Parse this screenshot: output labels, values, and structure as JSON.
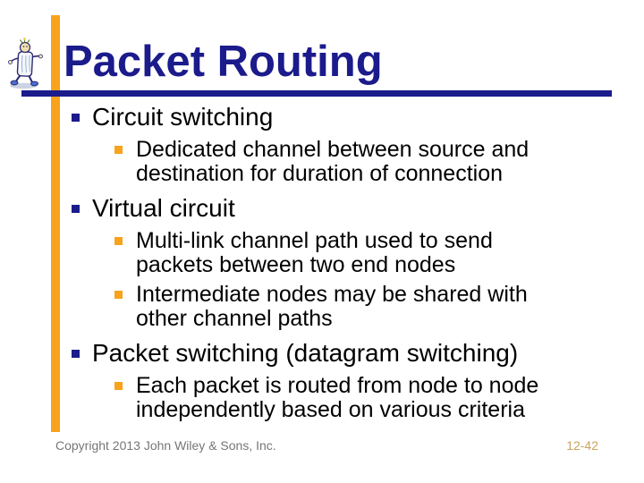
{
  "slide": {
    "title": "Packet Routing"
  },
  "content": {
    "items": [
      {
        "level": 1,
        "text": "Circuit switching"
      },
      {
        "level": 2,
        "text": "Dedicated channel between source and\ndestination for duration of connection"
      },
      {
        "level": 1,
        "text": "Virtual circuit"
      },
      {
        "level": 2,
        "text": "Multi-link channel path used to send\npackets between two end nodes"
      },
      {
        "level": 2,
        "text": "Intermediate nodes may be shared with\nother channel paths"
      },
      {
        "level": 1,
        "text": "Packet switching (datagram switching)"
      },
      {
        "level": 2,
        "text": "Each packet is routed from node to node\nindependently based on various criteria"
      }
    ]
  },
  "footer": {
    "copyright": "Copyright 2013 John Wiley & Sons, Inc.",
    "page_number": "12-42"
  },
  "icons": {
    "logo": "walking-scroll-mascot-icon",
    "level1_bullet": "navy-square-bullet-icon",
    "level2_bullet": "orange-square-bullet-icon"
  },
  "colors": {
    "title_navy": "#1B1B8C",
    "accent_orange": "#F9A21B",
    "body_text": "#000000",
    "copyright_gray": "#767676",
    "page_number_gold": "#C9A45E",
    "background": "#FFFFFF"
  }
}
